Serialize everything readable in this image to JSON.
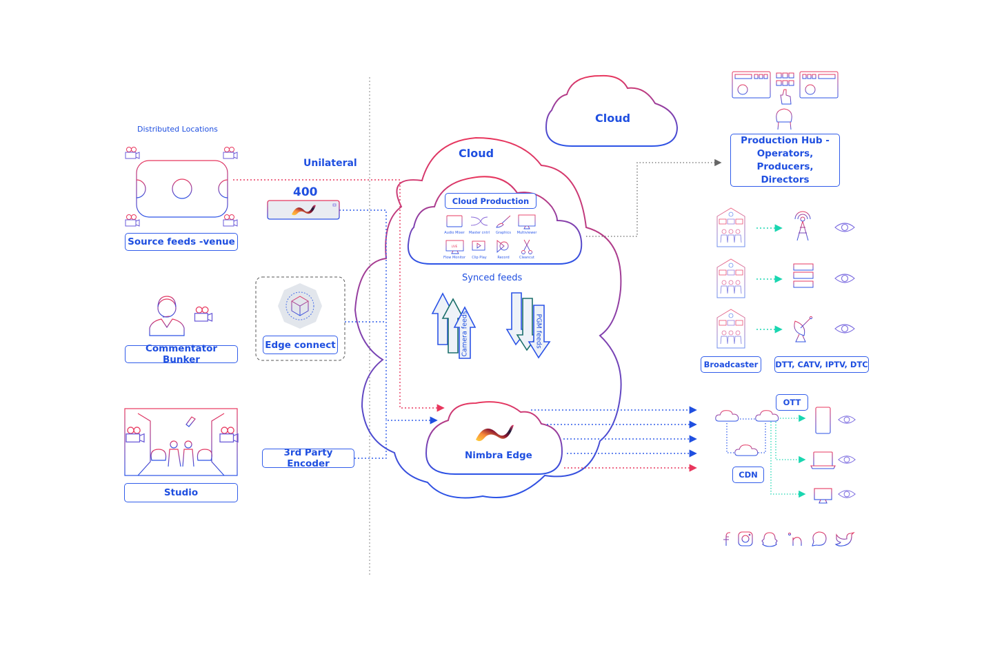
{
  "sources": {
    "distributed_locations_heading": "Distributed Locations",
    "venue_label": "Source feeds -venue",
    "commentator_label": "Commentator Bunker",
    "studio_label": "Studio"
  },
  "contribution": {
    "unilateral_label": "Unilateral",
    "appliance_model": "400",
    "edge_connect_label": "Edge connect",
    "third_party_encoder_label": "3rd Party Encoder"
  },
  "cloud_main": {
    "title": "Cloud",
    "cloud_production": {
      "title": "Cloud Production",
      "tools": [
        {
          "label": "Audio Mixer",
          "icon": "audio-mixer-icon"
        },
        {
          "label": "Master cntrl",
          "icon": "master-control-icon"
        },
        {
          "label": "Graphics",
          "icon": "graphics-brush-icon"
        },
        {
          "label": "Multiviewer",
          "icon": "multiviewer-icon"
        },
        {
          "label": "Flow Monitor",
          "icon": "live-monitor-icon"
        },
        {
          "label": "Clip Play",
          "icon": "clip-play-icon"
        },
        {
          "label": "Record",
          "icon": "record-icon"
        },
        {
          "label": "Cleancut",
          "icon": "scissors-icon"
        }
      ]
    },
    "synced_feeds_label": "Synced feeds",
    "camera_feeds_label": "Camera feeds",
    "pgm_feeds_label": "PGM feeds",
    "nimbra_edge_label": "Nimbra Edge"
  },
  "cloud_secondary": {
    "title": "Cloud"
  },
  "production_hub": {
    "label": "Production Hub - Operators, Producers, Directors"
  },
  "distribution": {
    "broadcaster_label": "Broadcaster",
    "linear_label": "DTT, CATV, IPTV, DTC",
    "linear_rows": [
      {
        "transport_icon": "transmission-tower-icon"
      },
      {
        "transport_icon": "server-rack-icon"
      },
      {
        "transport_icon": "satellite-dish-icon"
      }
    ],
    "ott_label": "OTT",
    "cdn_label": "CDN",
    "ott_devices": [
      {
        "icon": "smartphone-icon"
      },
      {
        "icon": "laptop-icon"
      },
      {
        "icon": "desktop-monitor-icon"
      }
    ],
    "social": [
      "facebook-icon",
      "instagram-icon",
      "snapchat-icon",
      "linkedin-icon",
      "whatsapp-icon",
      "twitter-icon"
    ]
  },
  "colors": {
    "brand_blue": "#1f4fe0",
    "accent_red": "#e8365d",
    "accent_purple": "#8a3fa8",
    "teal": "#19d6b0",
    "connector_gray": "#9a9a9a",
    "box_fill": "#e9ecf2"
  }
}
